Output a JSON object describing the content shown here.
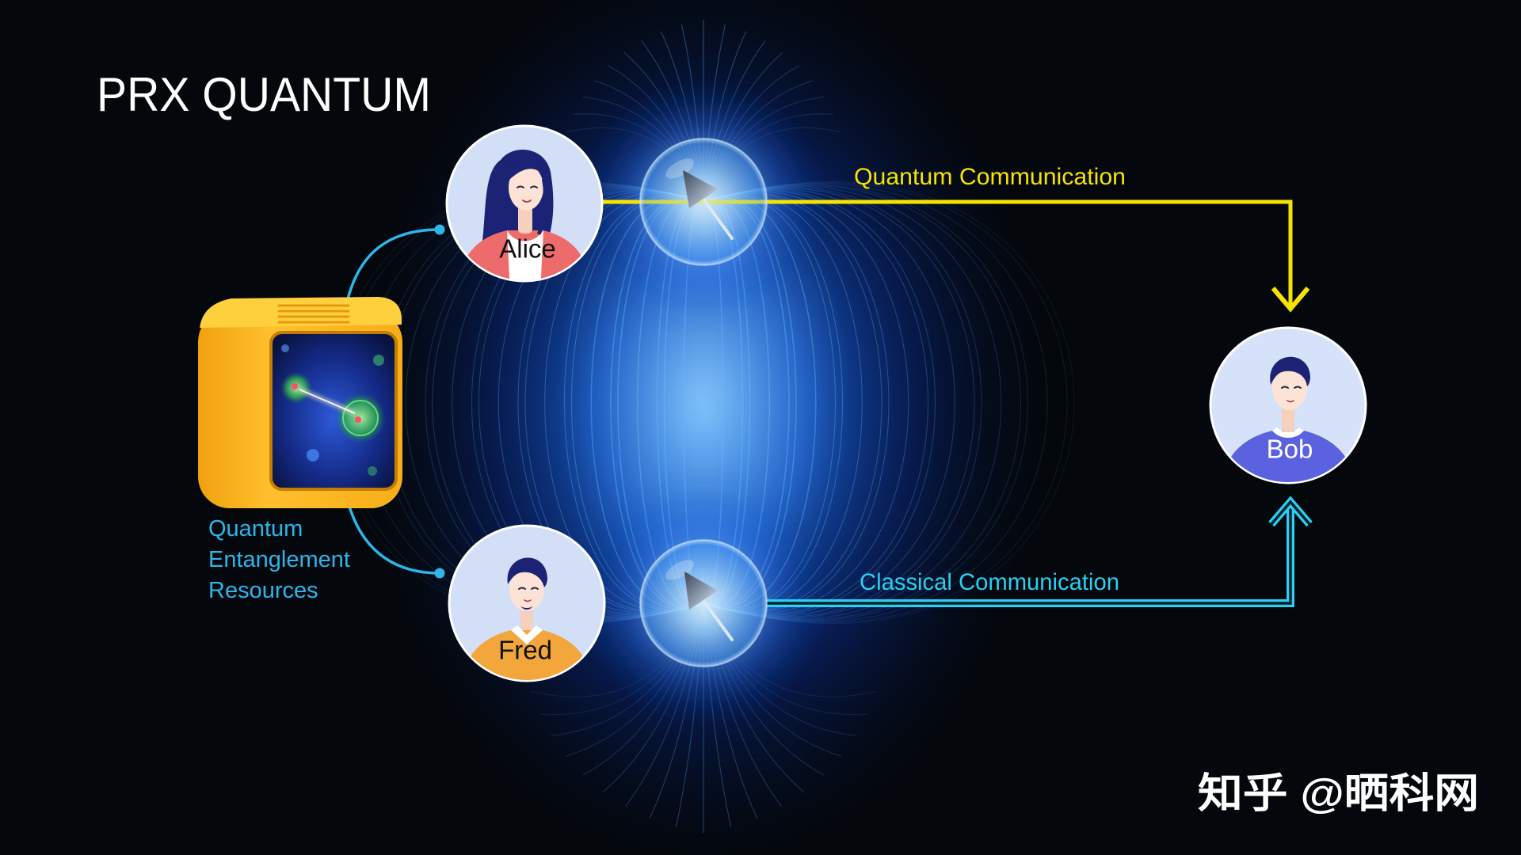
{
  "title": "PRX QUANTUM",
  "people": {
    "alice": {
      "label": "Alice"
    },
    "fred": {
      "label": "Fred"
    },
    "bob": {
      "label": "Bob"
    }
  },
  "channels": {
    "quantum": {
      "label": "Quantum Communication",
      "color": "#f6e400"
    },
    "classical": {
      "label": "Classical Communication",
      "color": "#29d0f0"
    }
  },
  "entanglement_source": {
    "label_lines": [
      "Quantum",
      "Entanglement",
      "Resources"
    ],
    "color": "#2bb6ea"
  },
  "watermark": "知乎 @晒科网",
  "icons": {
    "source": "entanglement-device-icon",
    "qubit": "spin-qubit-icon",
    "person": "person-avatar-icon"
  },
  "colors": {
    "background": "#04070c",
    "plasma": "#1f6cff",
    "device": "#f5ab1c",
    "avatar_background": "#d3dff7"
  }
}
